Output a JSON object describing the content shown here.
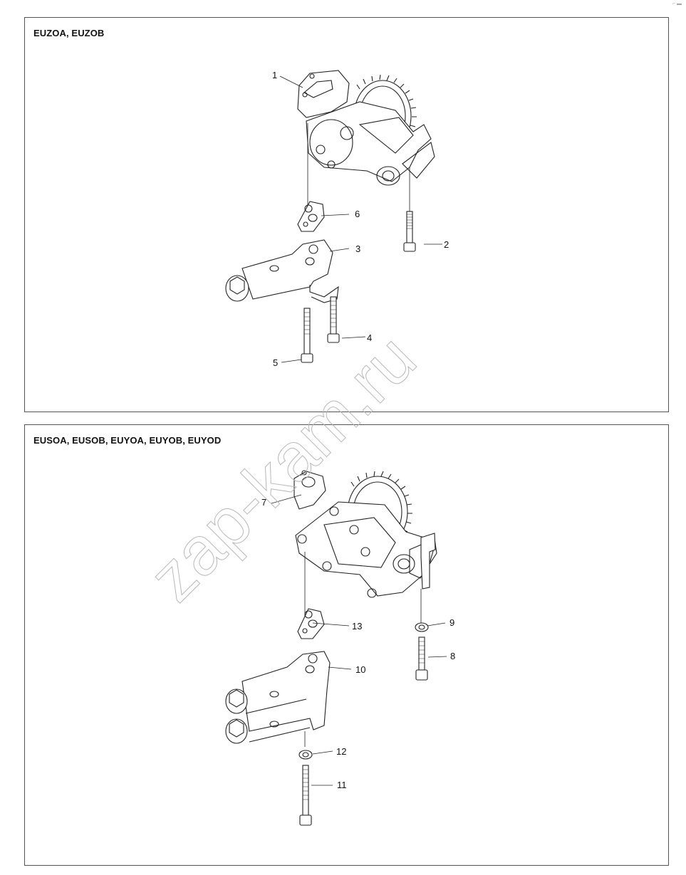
{
  "top_panel": {
    "title": "EUZOA, EUZOB",
    "callouts": [
      "1",
      "2",
      "3",
      "4",
      "5",
      "6"
    ]
  },
  "bottom_panel": {
    "title": "EUSOA, EUSOB, EUYOA, EUYOB, EUYOD",
    "callouts": [
      "7",
      "8",
      "9",
      "10",
      "11",
      "12",
      "13"
    ]
  },
  "watermark": "zap-kam.ru",
  "colors": {
    "line": "#222222",
    "border": "#555555",
    "watermark": "#b8b8b8"
  }
}
